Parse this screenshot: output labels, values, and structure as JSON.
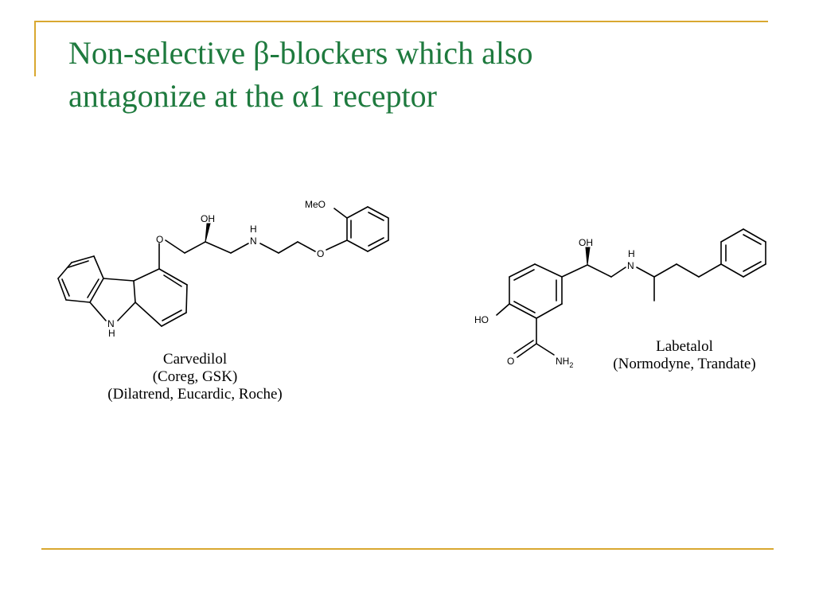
{
  "slide": {
    "title_line1": "Non-selective β-blockers which also",
    "title_line2": "antagonize at the α1 receptor",
    "accent_color": "#d9a830",
    "title_color": "#1e7a3e"
  },
  "carvedilol": {
    "name": "Carvedilol",
    "brand1": "(Coreg, GSK)",
    "brand2": "(Dilatrend, Eucardic, Roche)",
    "atoms": {
      "o_ether": "O",
      "oh": "OH",
      "n_amine": "N",
      "h_amine": "H",
      "o_ether2": "O",
      "meo": "MeO",
      "n_carbazole": "N",
      "h_carbazole": "H"
    }
  },
  "labetalol": {
    "name": "Labetalol",
    "brands": "(Normodyne, Trandate)",
    "atoms": {
      "oh": "OH",
      "n_amine": "N",
      "h_amine": "H",
      "ho": "HO",
      "o_carbonyl": "O",
      "nh2": "NH",
      "nh2_sub": "2"
    }
  }
}
